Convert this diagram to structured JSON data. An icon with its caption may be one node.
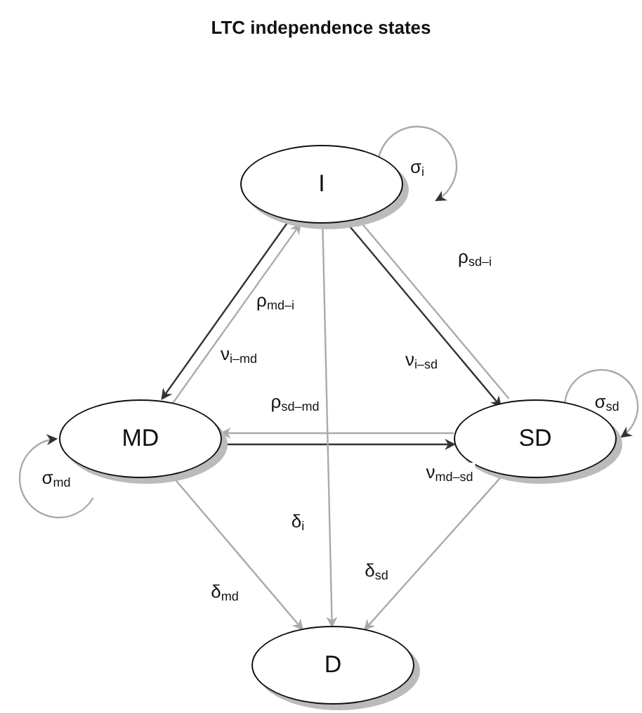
{
  "diagram": {
    "title": "LTC independence states",
    "nodes": [
      {
        "text": [
          "I"
        ]
      },
      {
        "text": [
          "MD"
        ]
      },
      {
        "text": [
          "SD"
        ]
      },
      {
        "text": [
          "D"
        ]
      }
    ],
    "edges": [
      {
        "from": 0,
        "to": 1,
        "arrow": "to",
        "label": "ν$_{i–md}$",
        "color": "#333333"
      },
      {
        "from": 1,
        "to": 0,
        "arrow": "to",
        "label": "ρ$_{md–i}$"
      },
      {
        "from": 0,
        "to": 2,
        "arrow": "to",
        "label": "ν$_{i–sd}$",
        "color": "#333333"
      },
      {
        "from": 2,
        "to": 0,
        "arrow": "to",
        "label": "ρ$_{sd–i}$"
      },
      {
        "from": 2,
        "to": 1,
        "arrow": "to",
        "label": "ρ$_{sd–md}$"
      },
      {
        "from": 1,
        "to": 2,
        "arrow": "to",
        "label": "ν$_{md–sd}$",
        "color": "#333333"
      },
      {
        "from": 0,
        "to": 3,
        "arrow": "to",
        "label": "δ$_{i}$"
      },
      {
        "from": 1,
        "to": 3,
        "arrow": "to",
        "label": "δ$_{md}$"
      },
      {
        "from": 2,
        "to": 3,
        "arrow": "to",
        "label": "δ$_{sd}$"
      },
      {
        "from": 0,
        "to": 0,
        "arrow": "to",
        "label": "σ$_{i}$"
      },
      {
        "from": 2,
        "to": 2,
        "arrow": "to",
        "label": "σ$_{sd}$"
      },
      {
        "from": 1,
        "to": 1,
        "arrow": "to",
        "label": "σ$_{md}$"
      }
    ]
  }
}
